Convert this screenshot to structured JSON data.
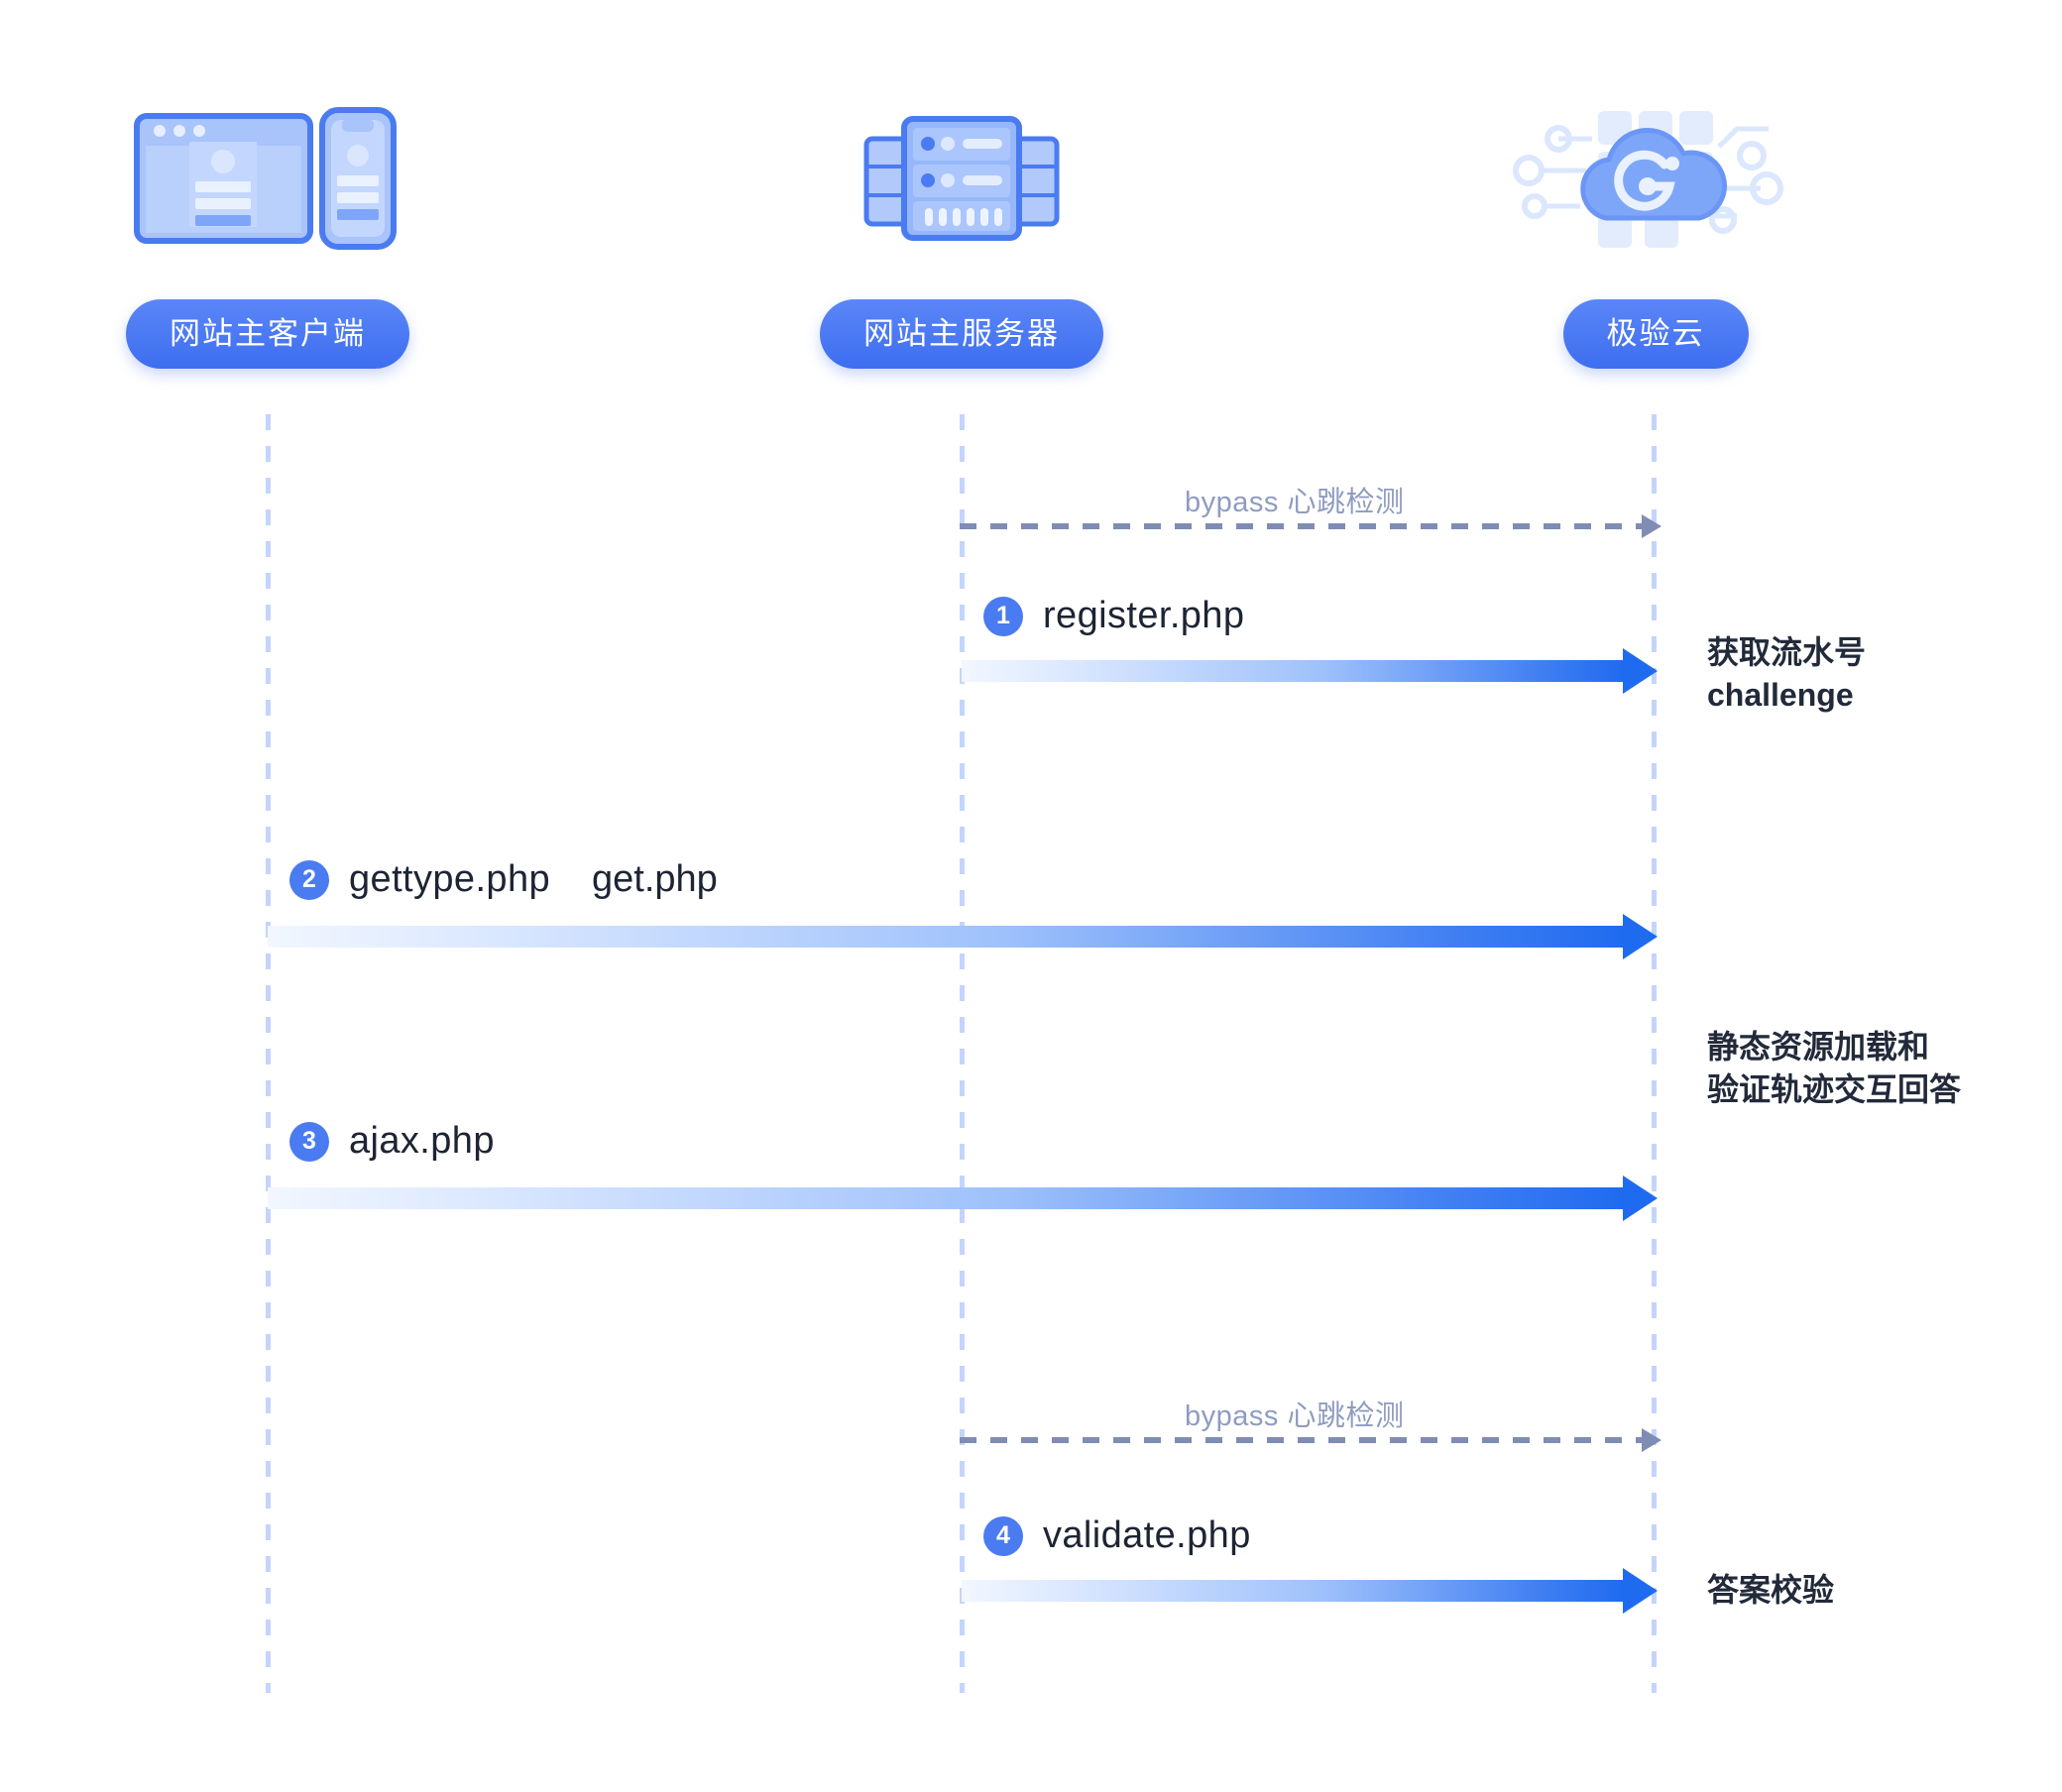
{
  "actors": [
    {
      "id": "client",
      "label": "网站主客户端",
      "icon": "browser-mobile-icon"
    },
    {
      "id": "server",
      "label": "网站主服务器",
      "icon": "server-rack-icon"
    },
    {
      "id": "cloud",
      "label": "极验云",
      "icon": "geetest-cloud-icon"
    }
  ],
  "messages": [
    {
      "id": "bypass-1",
      "kind": "dashed",
      "label": "bypass 心跳检测",
      "from": "server",
      "to": "cloud"
    },
    {
      "id": "register",
      "kind": "solid",
      "step": "1",
      "label": "register.php",
      "from": "server",
      "to": "cloud",
      "note": [
        "获取流水号",
        "challenge"
      ]
    },
    {
      "id": "gettype",
      "kind": "solid",
      "step": "2",
      "label": "gettype.php",
      "label2": "get.php",
      "from": "client",
      "to": "cloud"
    },
    {
      "id": "ajax",
      "kind": "solid",
      "step": "3",
      "label": "ajax.php",
      "from": "client",
      "to": "cloud",
      "note": [
        "静态资源加载和",
        "验证轨迹交互回答"
      ]
    },
    {
      "id": "bypass-2",
      "kind": "dashed",
      "label": "bypass 心跳检测",
      "from": "server",
      "to": "cloud"
    },
    {
      "id": "validate",
      "kind": "solid",
      "step": "4",
      "label": "validate.php",
      "from": "server",
      "to": "cloud",
      "note": [
        "答案校验"
      ]
    }
  ],
  "notes": {
    "register_line1": "获取流水号",
    "register_line2": "challenge",
    "ajax_line1": "静态资源加载和",
    "ajax_line2": "验证轨迹交互回答",
    "validate_line1": "答案校验"
  },
  "colors": {
    "pill": "#4a7bf0",
    "lifeline": "#c4d4fb",
    "dashed_arrow": "#7f8cb4",
    "solid_arrow": "#1f6bf0",
    "badge": "#4a7bf0",
    "text": "#1d2433",
    "note_text": "#222a3a",
    "bypass_label": "#8f9cc0",
    "background": "#ffffff"
  }
}
